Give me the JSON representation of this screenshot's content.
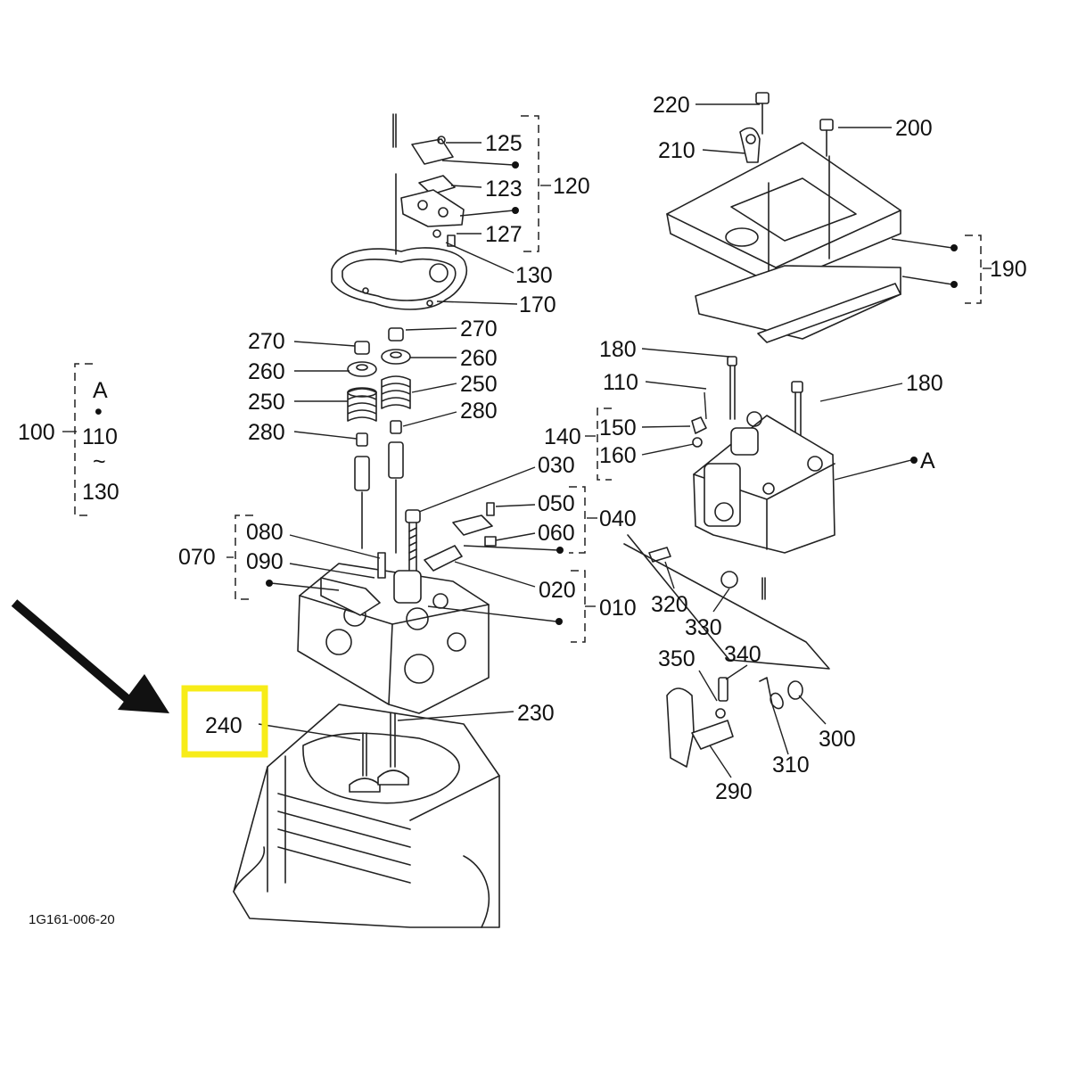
{
  "callouts": {
    "p220": "220",
    "p200": "200",
    "p210": "210",
    "p125": "125",
    "p123": "123",
    "p120": "120",
    "p127": "127",
    "p130a": "130",
    "p170": "170",
    "p190": "190",
    "p270a": "270",
    "p270b": "270",
    "p260a": "260",
    "p260b": "260",
    "p250a": "250",
    "p250b": "250",
    "p280a": "280",
    "p280b": "280",
    "p180a": "180",
    "p180b": "180",
    "p110": "110",
    "p150": "150",
    "p140": "140",
    "p160": "160",
    "pA": "A",
    "p030": "030",
    "p050": "050",
    "p040": "040",
    "p060": "060",
    "p080": "080",
    "p070": "070",
    "p090": "090",
    "p020": "020",
    "p010": "010",
    "p320": "320",
    "p330": "330",
    "p350": "350",
    "p340": "340",
    "p240": "240",
    "p230": "230",
    "p300": "300",
    "p310": "310",
    "p290": "290"
  },
  "legend": {
    "top": "A",
    "dot": "•",
    "from": "110",
    "tilde": "~",
    "to": "130",
    "group": "100"
  },
  "figure_code": "1G161-006-20",
  "highlight": {
    "label": "240",
    "color": "#f7ec18"
  },
  "arrow": {
    "color": "#111111"
  }
}
